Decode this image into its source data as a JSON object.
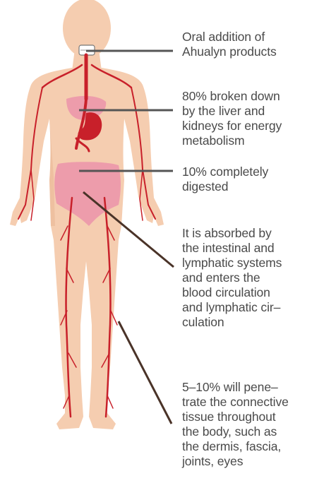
{
  "colors": {
    "skin": "#f5cdb0",
    "skin_shadow": "#eab896",
    "organ": "#ed9cab",
    "vessel": "#c8202a",
    "pointer_gray": "#555555",
    "pointer_dark": "#4a3328",
    "text": "#4a4a4a"
  },
  "annotations": [
    {
      "id": "oral",
      "text": "Oral addition of\nAhualyn products"
    },
    {
      "id": "liver",
      "text": "80% broken down\nby the liver and\nkidneys for energy\nmetabolism"
    },
    {
      "id": "digested",
      "text": "10% completely\ndigested"
    },
    {
      "id": "absorbed",
      "text": "It is absorbed by\nthe intestinal and\nlymphatic systems\nand enters the\nblood circulation\nand lymphatic cir–\nculation"
    },
    {
      "id": "tissue",
      "text": "5–10% will pene–\ntrate the connective\ntissue throughout\nthe body, such as\nthe dermis, fascia,\njoints, eyes"
    }
  ]
}
